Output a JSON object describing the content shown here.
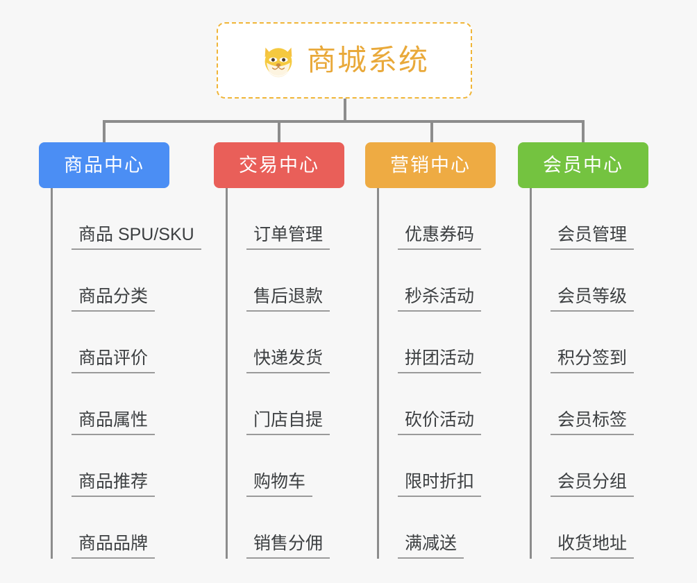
{
  "canvas": {
    "background": "#f7f7f7",
    "line_color": "#8c8c8c"
  },
  "root": {
    "title": "商城系统",
    "icon": "shiba-dog-face-icon",
    "border_color": "#f0b537",
    "text_color": "#e9a93a",
    "background": "#ffffff"
  },
  "branches": [
    {
      "label": "商品中心",
      "color": "#4b8ef4",
      "items": [
        "商品 SPU/SKU",
        "商品分类",
        "商品评价",
        "商品属性",
        "商品推荐",
        "商品品牌"
      ]
    },
    {
      "label": "交易中心",
      "color": "#e95f59",
      "items": [
        "订单管理",
        "售后退款",
        "快递发货",
        "门店自提",
        "购物车",
        "销售分佣"
      ]
    },
    {
      "label": "营销中心",
      "color": "#eeab43",
      "items": [
        "优惠券码",
        "秒杀活动",
        "拼团活动",
        "砍价活动",
        "限时折扣",
        "满减送"
      ]
    },
    {
      "label": "会员中心",
      "color": "#74c340",
      "items": [
        "会员管理",
        "会员等级",
        "积分签到",
        "会员标签",
        "会员分组",
        "收货地址"
      ]
    }
  ]
}
